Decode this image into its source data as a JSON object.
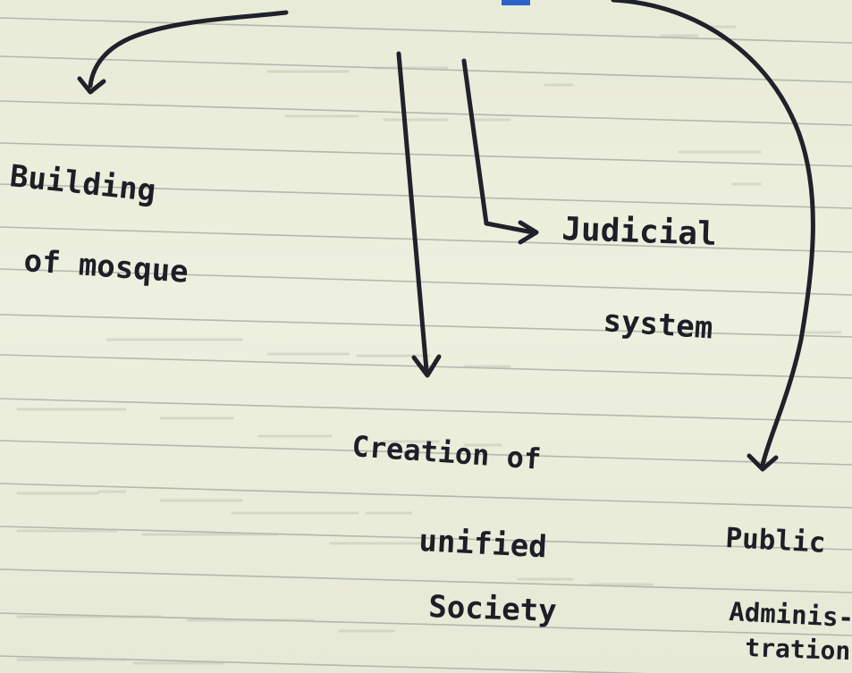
{
  "notes": {
    "node_mosque": [
      "Building",
      "of mosque"
    ],
    "node_judicial": [
      "Judicial",
      "system"
    ],
    "node_unified": [
      "Creation of",
      "unified",
      "Society"
    ],
    "node_public": [
      "Public",
      "Adminis-",
      "tration"
    ]
  },
  "colors": {
    "paper": "#e9ecd9",
    "rule_line": "#9fa7a0",
    "ink": "#1f222b",
    "bleed_through": "#b9bcae",
    "top_blue_mark": "#2b63c8"
  }
}
